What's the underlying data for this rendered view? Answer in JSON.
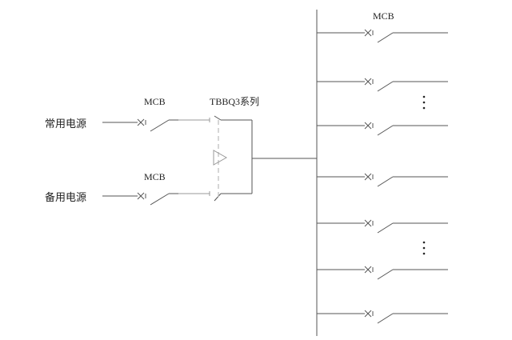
{
  "diagram": {
    "type": "single-line electrical schematic",
    "inputs": [
      {
        "label": "常用电源",
        "breaker_label": "MCB"
      },
      {
        "label": "备用电源",
        "breaker_label": "MCB"
      }
    ],
    "transfer_switch": {
      "label": "TBBQ3系列"
    },
    "outgoing": {
      "header_label": "MCB",
      "branch_count": 7,
      "ellipsis": "⋮"
    }
  }
}
